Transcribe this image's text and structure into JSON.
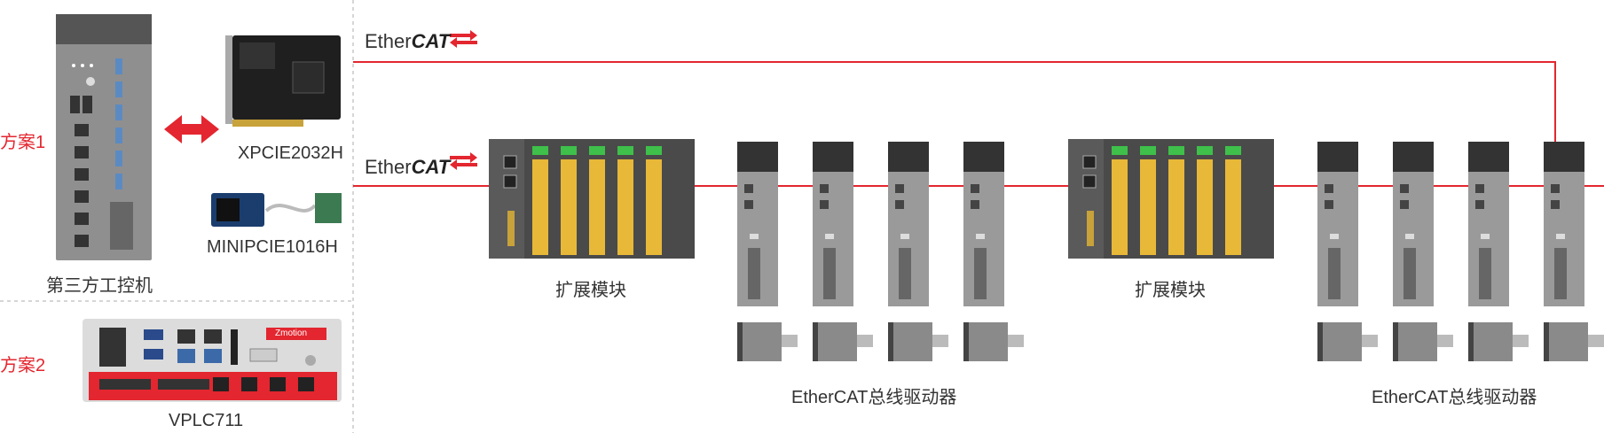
{
  "scheme1_label": "方案1",
  "scheme2_label": "方案2",
  "ipc_label": "第三方工控机",
  "card_xpcie_label": "XPCIE2032H",
  "card_minipcie_label": "MINIPCIE1016H",
  "vplc_label": "VPLC711",
  "vplc_brand": "Zmotion",
  "ethercat_prefix": "Ether",
  "ethercat_suffix": "CAT",
  "expansion_label_1": "扩展模块",
  "expansion_label_2": "扩展模块",
  "drives_label_1": "EtherCAT总线驱动器",
  "drives_label_2": "EtherCAT总线驱动器",
  "colors": {
    "bus_line": "#e3262f",
    "accent_red": "#e3262f",
    "module_dark": "#4a4a4a",
    "drive_gray": "#9a9a9a"
  }
}
